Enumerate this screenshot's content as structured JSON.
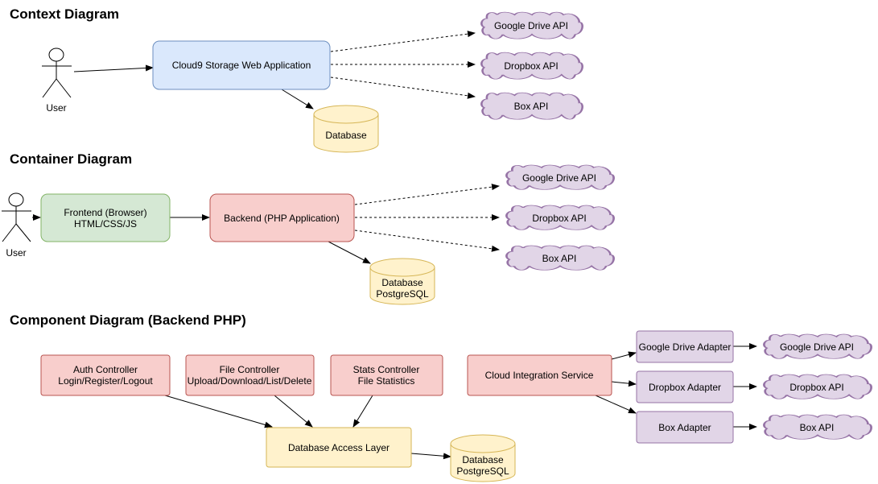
{
  "sections": {
    "context": {
      "title": "Context Diagram",
      "user": "User",
      "app": "Cloud9 Storage Web Application",
      "database": "Database",
      "apis": [
        "Google Drive API",
        "Dropbox API",
        "Box API"
      ]
    },
    "container": {
      "title": "Container Diagram",
      "user": "User",
      "frontend": [
        "Frontend (Browser)",
        "HTML/CSS/JS"
      ],
      "backend": "Backend (PHP Application)",
      "database": [
        "Database",
        "PostgreSQL"
      ],
      "apis": [
        "Google Drive API",
        "Dropbox API",
        "Box API"
      ]
    },
    "component": {
      "title": "Component Diagram (Backend PHP)",
      "auth": [
        "Auth Controller",
        "Login/Register/Logout"
      ],
      "file": [
        "File Controller",
        "Upload/Download/List/Delete"
      ],
      "stats": [
        "Stats Controller",
        "File Statistics"
      ],
      "cloud": "Cloud Integration Service",
      "dal": "Database Access Layer",
      "database": [
        "Database",
        "PostgreSQL"
      ],
      "adapters": [
        "Google Drive Adapter",
        "Dropbox Adapter",
        "Box Adapter"
      ],
      "apis": [
        "Google Drive API",
        "Dropbox API",
        "Box API"
      ]
    }
  },
  "colors": {
    "blue_fill": "#dae8fc",
    "blue_stroke": "#6c8ebf",
    "green_fill": "#d5e8d4",
    "green_stroke": "#82b366",
    "red_fill": "#f8cecc",
    "red_stroke": "#b85450",
    "yellow_fill": "#fff2cc",
    "yellow_stroke": "#d6b656",
    "purple_fill": "#e1d5e7",
    "purple_stroke": "#9673a6"
  }
}
